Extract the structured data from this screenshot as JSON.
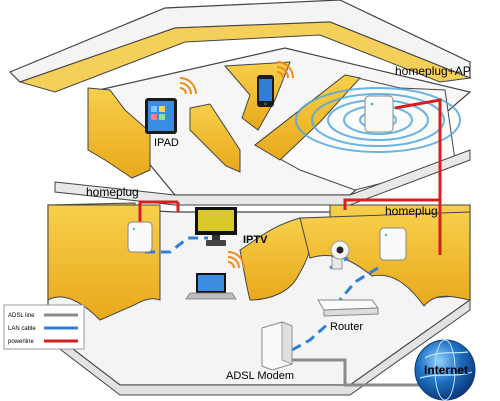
{
  "labels": {
    "ipad": "IPAD",
    "homeplug_ap": "homeplug+AP",
    "homeplug_left": "homeplug",
    "homeplug_right": "homeplug",
    "iptv": "IPTV",
    "router": "Router",
    "adsl_modem": "ADSL Modem",
    "internet": "Internet"
  },
  "legend": {
    "items": [
      {
        "label": "ADSL line",
        "color": "#8a8a8a"
      },
      {
        "label": "LAN cable",
        "color": "#2f7fd6"
      },
      {
        "label": "powerline",
        "color": "#d62020"
      }
    ]
  },
  "colors": {
    "wall": "#f2c12b",
    "wall_dark": "#e0a81a",
    "floor": "#f4f4f4",
    "wifi": "#f08a1a",
    "powerline": "#d62020",
    "lan": "#2f7fd6",
    "adsl": "#8a8a8a"
  }
}
